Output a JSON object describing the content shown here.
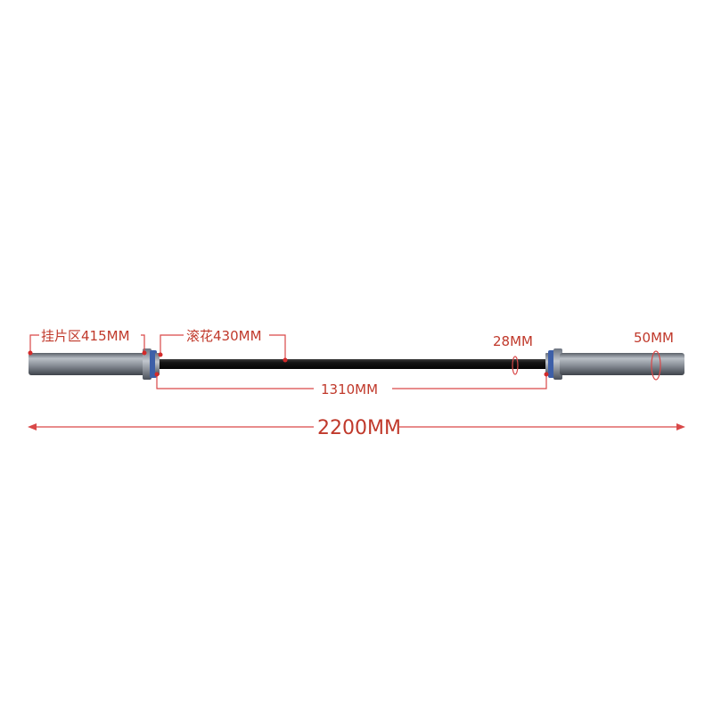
{
  "labels": {
    "sleeve_length": "挂片区415MM",
    "knurling_length": "滚花430MM",
    "shaft_diameter": "28MM",
    "sleeve_diameter": "50MM",
    "inner_length": "1310MM",
    "total_length": "2200MM"
  },
  "colors": {
    "annotation": "#c0392b",
    "shaft": "#1a1a1a",
    "sleeve": "#8a9099",
    "collar_ring": "#3d5fa8"
  }
}
